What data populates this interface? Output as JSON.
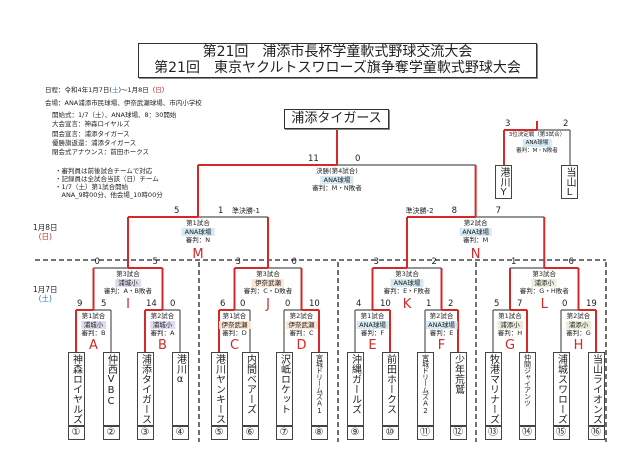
{
  "title": {
    "line1": "第21回　浦添市長杯学童軟式野球交流大会",
    "line2": "第21回　東京ヤクルトスワローズ旗争奪学童軟式野球大会"
  },
  "info": {
    "schedule": {
      "prefix": "日程：令和4年1月7日(",
      "sat": "土",
      "mid": ")～1月8日（",
      "sun": "日",
      "suffix": "）"
    },
    "venue": "会場：ANA浦添市民球場、伊奈武瀬球場、市内小学校",
    "ceremony": [
      "開始式：1/7（土）、ANA球場、8：30開始",
      "大会宣言：神森ロイヤルズ",
      "開会宣言：浦添タイガース",
      "優勝旗返還：浦添タイガース",
      "閉会式アナウンス：前田ホークス"
    ],
    "notes": [
      "・審判員は前後試合チームで対応",
      "・記録員は全試合当該（日）チーム",
      "・1/7（土）第1試合開始",
      "　ANA_9時00分、他会場_10時00分"
    ]
  },
  "champion": "浦添タイガース",
  "dates": [
    {
      "date": "1月8日",
      "day": "(日)",
      "color": "#d62828"
    },
    {
      "date": "1月7日",
      "day": "(土)",
      "color": "#2b6fc2"
    }
  ],
  "venue_colors": {
    "ANA球場": "#d3e9f3",
    "浦城小": "#dedcf0",
    "伊奈武瀬": "#fbe4d2",
    "浦添小": "#e9eed8"
  },
  "teams": [
    {
      "name": "神森ロイヤルズ",
      "num": "①"
    },
    {
      "name": "仲西VBC",
      "num": "②"
    },
    {
      "name": "浦添タイガース",
      "num": "③"
    },
    {
      "name": "港川α",
      "num": "④"
    },
    {
      "name": "港川ヤンキース",
      "num": "⑤"
    },
    {
      "name": "内間ベアーズ",
      "num": "⑥"
    },
    {
      "name": "沢岻ロケット",
      "num": "⑦"
    },
    {
      "name": "宮城ドリームズA1",
      "num": "⑧"
    },
    {
      "name": "沖縄ガールズ",
      "num": "⑨"
    },
    {
      "name": "前田ホークス",
      "num": "⑩"
    },
    {
      "name": "宮城ドリームズA2",
      "num": "⑪"
    },
    {
      "name": "少年荒鷲",
      "num": "⑫"
    },
    {
      "name": "牧港マリナーズ",
      "num": "⑬"
    },
    {
      "name": "仲間ジャイアンツ",
      "num": "⑭"
    },
    {
      "name": "浦城スワローズ",
      "num": "⑮"
    },
    {
      "name": "当山ライオンズ",
      "num": "⑯"
    }
  ],
  "round1": [
    {
      "letter": "A",
      "game": "第1試合",
      "venue": "浦城小",
      "umpire": "審判：B",
      "scores": [
        9,
        5
      ]
    },
    {
      "letter": "B",
      "game": "第2試合",
      "venue": "浦城小",
      "umpire": "審判：A",
      "scores": [
        14,
        0
      ]
    },
    {
      "letter": "C",
      "game": "第1試合",
      "venue": "伊奈武瀬",
      "umpire": "審判：D",
      "scores": [
        6,
        0
      ]
    },
    {
      "letter": "D",
      "game": "第2試合",
      "venue": "伊奈武瀬",
      "umpire": "審判：C",
      "scores": [
        0,
        10
      ]
    },
    {
      "letter": "E",
      "game": "第1試合",
      "venue": "ANA球場",
      "umpire": "審判：F",
      "scores": [
        4,
        10
      ]
    },
    {
      "letter": "F",
      "game": "第2試合",
      "venue": "ANA球場",
      "umpire": "審判：E",
      "scores": [
        1,
        2
      ]
    },
    {
      "letter": "G",
      "game": "第1試合",
      "venue": "浦添小",
      "umpire": "審判：H",
      "scores": [
        5,
        7
      ]
    },
    {
      "letter": "H",
      "game": "第2試合",
      "venue": "浦添小",
      "umpire": "審判：G",
      "scores": [
        0,
        19
      ]
    }
  ],
  "quarterfinals": [
    {
      "letter": "I",
      "game": "第3試合",
      "venue": "浦城小",
      "umpire": "審判：A・B敗者",
      "scores": [
        0,
        5
      ]
    },
    {
      "letter": "J",
      "game": "第3試合",
      "venue": "伊奈武瀬",
      "umpire": "審判：C・D敗者",
      "scores": [
        3,
        0
      ]
    },
    {
      "letter": "K",
      "game": "第3試合",
      "venue": "ANA球場",
      "umpire": "審判：E・F敗者",
      "scores": [
        3,
        2
      ]
    },
    {
      "letter": "L",
      "game": "第3試合",
      "venue": "浦添小",
      "umpire": "審判：G・H敗者",
      "scores": [
        1,
        6
      ]
    }
  ],
  "semifinals": [
    {
      "letter": "M",
      "label": "準決勝-1",
      "game": "第1試合",
      "venue": "ANA球場",
      "umpire": "審判：N",
      "scores": [
        5,
        1
      ]
    },
    {
      "letter": "N",
      "label": "準決勝-2",
      "game": "第2試合",
      "venue": "ANA球場",
      "umpire": "審判：M",
      "scores": [
        8,
        7
      ]
    }
  ],
  "final": {
    "game": "決勝(第4試合)",
    "venue": "ANA球場",
    "umpire": "審判：M・N敗者",
    "scores": [
      11,
      0
    ]
  },
  "third_place": {
    "game": "3位決定戦（第3試合）",
    "venue": "ANA球場",
    "umpire": "審判：M・N敗者",
    "scores": [
      3,
      2
    ],
    "teams": [
      "港川Y",
      "当山L"
    ]
  }
}
